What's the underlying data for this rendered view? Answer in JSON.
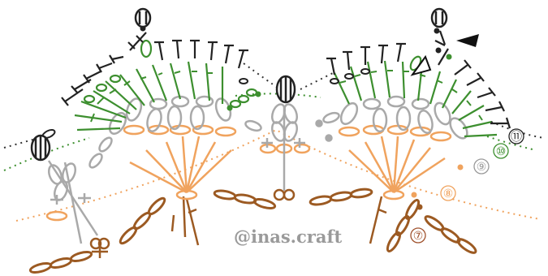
{
  "watermark": "@inas.craft",
  "rounds": [
    {
      "label": "⑦",
      "color": "#a0522d"
    },
    {
      "label": "⑧",
      "color": "#f2a65a"
    },
    {
      "label": "⑨",
      "color": "#9a9a9a"
    },
    {
      "label": "⑩",
      "color": "#3a8a2a"
    },
    {
      "label": "⑪",
      "color": "#222222"
    }
  ],
  "colors": {
    "round7": "#9c5a22",
    "round8": "#f0a35e",
    "round9": "#a9a9a9",
    "round10": "#3d8f2f",
    "round11": "#222222",
    "dotted11": "#333333",
    "dotted10": "#3d8f2f"
  },
  "icons": [
    "start-arrow-icon",
    "end-arrow-icon",
    "puff-stitch-icon"
  ]
}
